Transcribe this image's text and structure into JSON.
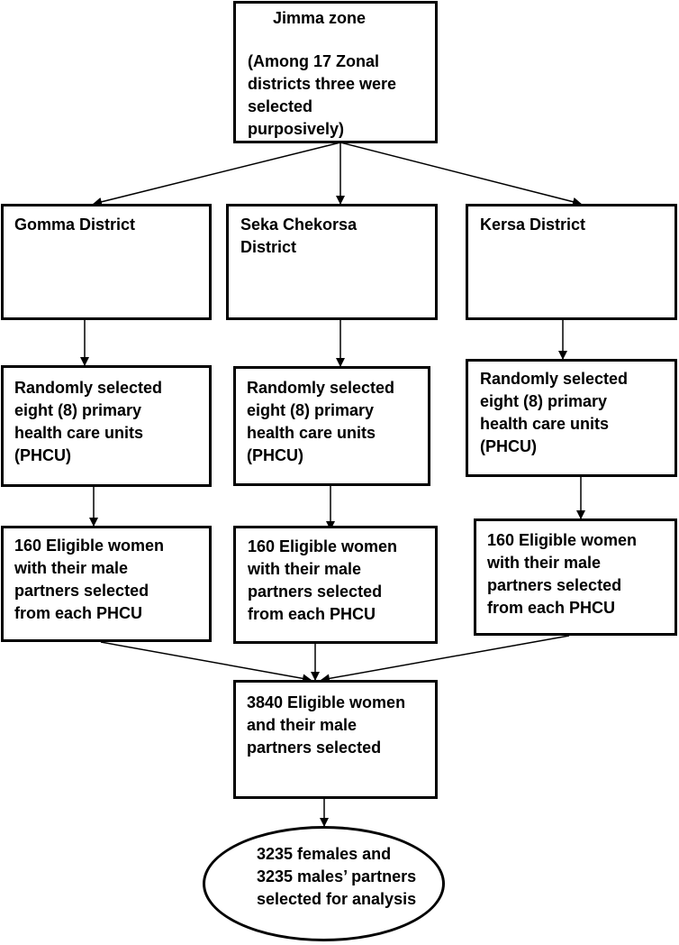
{
  "nodes": {
    "zone": {
      "title": "Jimma zone",
      "lines": [
        "(Among 17 Zonal",
        "districts three were",
        "selected",
        "purposively)"
      ]
    },
    "districts": [
      {
        "lines": [
          "Gomma District"
        ]
      },
      {
        "lines": [
          "Seka Chekorsa",
          "District"
        ]
      },
      {
        "lines": [
          "Kersa District"
        ]
      }
    ],
    "phcu": [
      {
        "lines": [
          "Randomly selected",
          "eight (8) primary",
          "health care units",
          "(PHCU)"
        ]
      },
      {
        "lines": [
          "Randomly selected",
          "eight (8) primary",
          "health care units",
          "(PHCU)"
        ]
      },
      {
        "lines": [
          "Randomly selected",
          "eight (8) primary",
          "health care units",
          "(PHCU)"
        ]
      }
    ],
    "eligible": [
      {
        "lines": [
          "160 Eligible women",
          "with their male",
          "partners selected",
          "from each PHCU"
        ]
      },
      {
        "lines": [
          "160 Eligible women",
          "with their male",
          "partners selected",
          "from each PHCU"
        ]
      },
      {
        "lines": [
          "160 Eligible women",
          "with their male",
          "partners selected",
          "from each PHCU"
        ]
      }
    ],
    "total": {
      "lines": [
        "3840 Eligible women",
        "and their male",
        "partners selected"
      ]
    },
    "final": {
      "lines": [
        "3235 females and",
        "3235 males’ partners",
        "selected for analysis"
      ]
    }
  }
}
